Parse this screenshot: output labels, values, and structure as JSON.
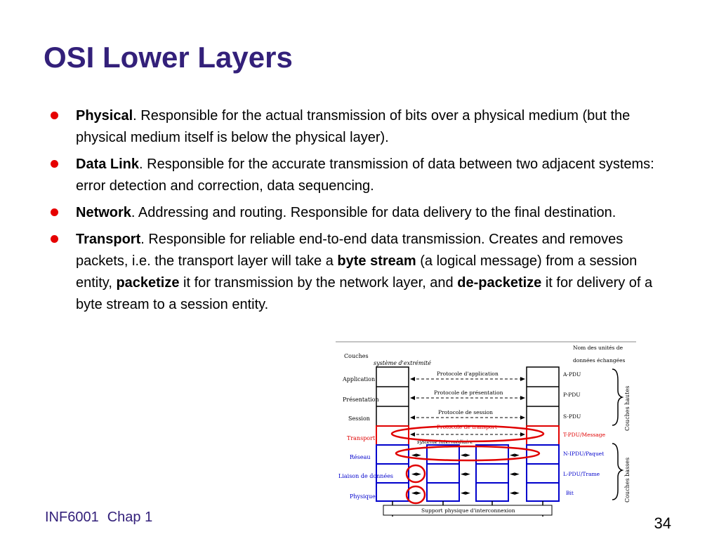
{
  "slide": {
    "title": "OSI Lower Layers",
    "bullets": [
      {
        "term": "Physical",
        "text": ". Responsible for the actual transmission of bits over a physical medium (but the physical medium itself is below the physical layer)."
      },
      {
        "term": "Data Link",
        "text": ". Responsible for the accurate transmission of data between two adjacent systems: error detection and correction, data sequencing."
      },
      {
        "term": "Network",
        "text": ". Addressing and routing. Responsible for data delivery to the final destination."
      },
      {
        "term": "Transport",
        "text": ". Responsible for reliable end-to-end data transmission. Creates and removes packets, i.e. the transport layer will take a ",
        "bold1": "byte stream",
        "text2": " (a logical message) from a session entity, ",
        "bold2": "packetize",
        "text3": " it for transmission by the network layer, and ",
        "bold3": "de-packetize",
        "text4": " it for delivery of a byte stream to a session entity."
      }
    ],
    "footer": {
      "course": "INF6001",
      "chapter": "Chap 1"
    },
    "page_number": "34"
  },
  "diagram": {
    "header_couches": "Couches",
    "header_systeme": "système d'extrémité",
    "header_units": [
      "Nom des unités de",
      "données échangées"
    ],
    "layers": [
      "Application",
      "Présentation",
      "Session",
      "Transport",
      "Réseau",
      "Liaison de données",
      "Physique"
    ],
    "protocols": [
      "Protocole d'application",
      "Protocole de présentation",
      "Protocole de session",
      "Protocole de transport"
    ],
    "intermediate_label": "système intermédiaire",
    "pdus": [
      "A-PDU",
      "P-PDU",
      "S-PDU",
      "T-PDU/Message",
      "N-IPDU/Paquet",
      "L-PDU/Trame",
      "Bit"
    ],
    "group_upper": "Couches hautes",
    "group_lower": "Couches basses",
    "medium": "Support physique d'interconnexion",
    "colors": {
      "upper": "#000000",
      "transport": "#e00000",
      "lower": "#0000cc",
      "highlight": "#e00000"
    }
  }
}
